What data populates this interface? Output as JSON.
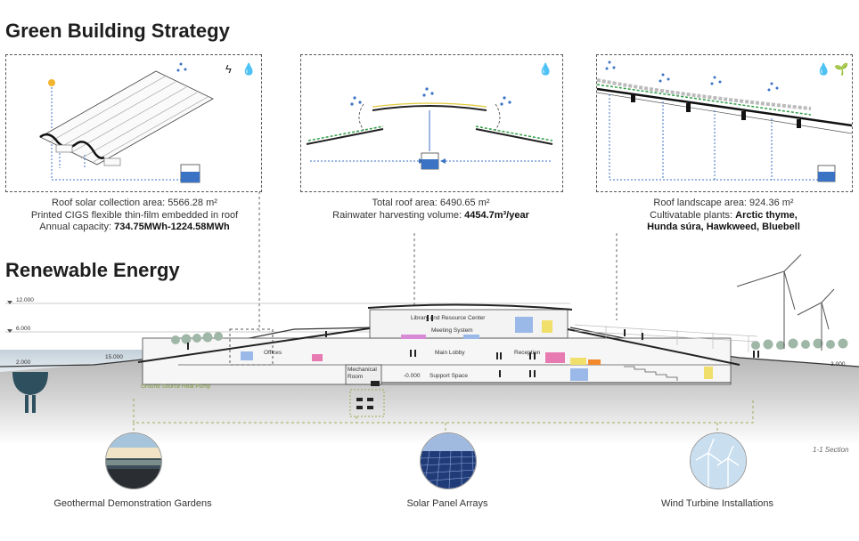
{
  "titles": {
    "green": "Green Building Strategy",
    "renewable": "Renewable Energy"
  },
  "panels": {
    "p1": {
      "lines": [
        "Roof solar collection area:  5566.28 m²",
        "Printed CIGS flexible thin-film embedded in roof"
      ],
      "cap_label": "Annual capacity:",
      "cap_value": "734.75MWh-1224.58MWh",
      "icons": [
        "lightning-icon",
        "water-drop-icon"
      ]
    },
    "p2": {
      "line1": "Total roof area:  6490.65 m²",
      "line2_label": "Rainwater harvesting volume:",
      "line2_value": "4454.7m³/year",
      "icons": [
        "water-drop-icon"
      ]
    },
    "p3": {
      "line1": "Roof landscape area:  924.36 m²",
      "line2_label": "Cultivatable plants:",
      "line2_value": "Arctic thyme,",
      "line3": "Hunda súra, Hawkweed, Bluebell",
      "icons": [
        "water-drop-icon",
        "plant-sprout-icon"
      ]
    }
  },
  "section": {
    "levels": [
      "12.000",
      "6.000",
      "2.000",
      "15.000",
      "-3.000"
    ],
    "rooms": {
      "library": "Library and Resource Center",
      "meeting": "Meeting System",
      "offices": "Offices",
      "lobby": "Main Lobby",
      "reception": "Reception",
      "mechanical": "Mechanical Room",
      "support": "Support Space",
      "support_level": "-0.000",
      "geothermal": "Ground Source Heat Pump"
    },
    "section_label": "1-1 Section",
    "colors": {
      "sea": "#b9c7d2",
      "ground": "#b4b4b4",
      "pipe": "#9cab58",
      "blue": "#3a72c4",
      "green": "#2e9e44"
    }
  },
  "bottom": [
    {
      "label": "Geothermal Demonstration Gardens",
      "icon": "geothermal-garden-photo"
    },
    {
      "label": "Solar Panel Arrays",
      "icon": "solar-panel-photo"
    },
    {
      "label": "Wind Turbine Installations",
      "icon": "wind-turbine-photo"
    }
  ]
}
